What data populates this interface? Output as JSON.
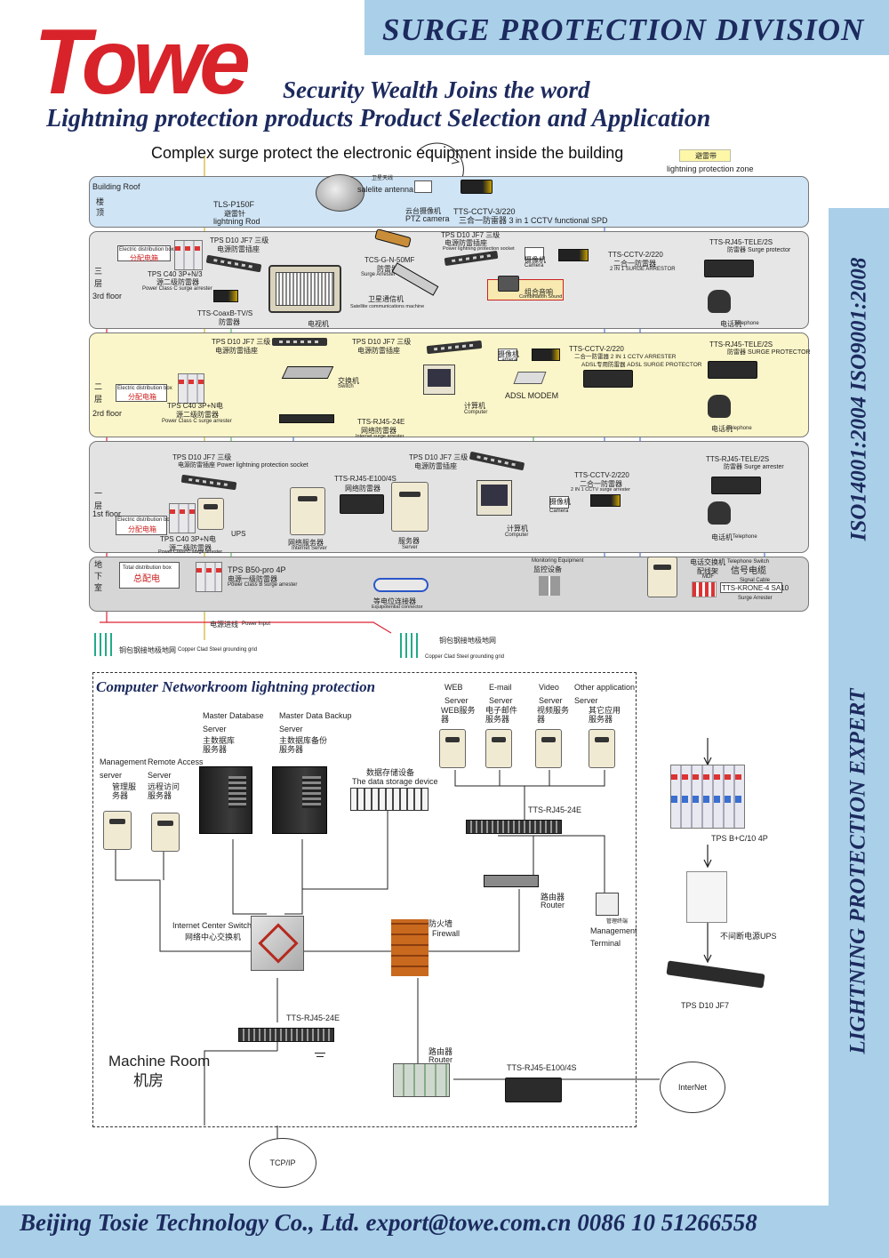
{
  "header": {
    "banner": "SURGE PROTECTION DIVISION",
    "logo": "Towe",
    "tagline": "Security Wealth Joins the word",
    "subtitle": "Lightning protection products Product Selection and Application"
  },
  "sidebar": {
    "iso": "ISO14001:2004  ISO9001:2008",
    "expert": "LIGHTNING  PROTECTION EXPERT"
  },
  "footer": {
    "text": "Beijing Tosie Technology Co., Ltd.  export@towe.com.cn  0086 10 51266558"
  },
  "building": {
    "caption": "Complex surge protect the electronic equipment inside the building",
    "zone_cn": "避雷带",
    "zone_en": "lightning protection zone",
    "roof": {
      "label": "Building Roof",
      "floor_cn_1": "楼",
      "floor_cn_2": "顶",
      "antenna_cn": "卫星天线",
      "antenna": "salelite antenna",
      "rod_model": "TLS-P150F",
      "rod_cn": "避雷针",
      "rod_en": "lightning Rod",
      "ptz_cn": "云台摄像机",
      "ptz_en": "PTZ camera",
      "cctv_model": "TTS-CCTV-3/220",
      "cctv_desc": "三合一防雷器 3 in 1 CCTV functional SPD"
    },
    "floor3": {
      "cn_1": "三",
      "cn_2": "层",
      "label": "3rd floor",
      "distbox_en": "Electric distribution box",
      "distbox_cn": "分配电箱",
      "c40_model": "TPS C40 3P+N/3",
      "c40_cn": "源二级防雷器",
      "c40_en": "Power Class C surge arrester",
      "d10_model": "TPS D10 JF7 三级",
      "d10_cn": "电源防雷插座",
      "coax_model": "TTS-CoaxB-TV/S",
      "coax_cn": "防雷器",
      "tv_cn": "电视机",
      "tcs_model": "TCS-G-N-50MF",
      "tcs_cn": "防雷器",
      "tcs_en": "Surge Arrester",
      "sat_cn": "卫星通信机",
      "sat_en": "Satellite communications machine",
      "d10b_model": "TPS D10 JF7 三级",
      "d10b_cn": "电源防雷插座",
      "d10b_en": "Power lightning protection socket",
      "camera_cn": "摄像机",
      "camera_en": "Camera",
      "combo_cn": "组合音响",
      "combo_en": "Combination Sound",
      "cctv2_model": "TTS-CCTV-2/220",
      "cctv2_cn": "二合一防雷器",
      "cctv2_en": "2 IN 1 SURGE ARRESTOR",
      "tele_model": "TTS-RJ45-TELE/2S",
      "tele_cn": "防雷器 Surge protector",
      "phone_cn": "电话机",
      "phone_en": "Telephone"
    },
    "floor2": {
      "cn_1": "二",
      "cn_2": "层",
      "label": "2rd floor",
      "distbox_en": "Electric distribution box",
      "distbox_cn": "分配电箱",
      "c40_model": "TPS C40 3P+N电",
      "c40_cn": "源二级防雷器",
      "c40_en": "Power Class C surge arrester",
      "d10_model": "TPS D10 JF7 三级",
      "d10_cn": "电源防雷插座",
      "d10b_model": "TPS D10 JF7 三级",
      "d10b_cn": "电源防雷插座",
      "switch_cn": "交换机",
      "switch_en": "Switch",
      "rj45_model": "TTS-RJ45-24E",
      "rj45_cn": "网络防雷器",
      "rj45_en": "Internet surge arrester",
      "pc_cn": "计算机",
      "pc_en": "Computer",
      "adsl": "ADSL MODEM",
      "camera_cn": "摄像机",
      "camera_en": "Camera",
      "cctv_model": "TTS-CCTV-2/220",
      "cctv_desc": "二合一防雷器 2 IN 1 CCTV ARRESTER",
      "adsl_desc": "ADSL专用防雷器 ADSL SURGE PROTECTOR",
      "tele_model": "TTS-RJ45-TELE/2S",
      "tele_cn": "防雷器 SURGE PROTECTOR",
      "phone_cn": "电话机",
      "phone_en": "Telephone"
    },
    "floor1": {
      "cn_1": "一",
      "cn_2": "层",
      "label": "1st floor",
      "distbox_en": "Electric distribution box",
      "distbox_cn": "分配电箱",
      "d10_model": "TPS D10 JF7 三级",
      "d10_cn": "电源防雷插座 Power lightning protection socket",
      "c40_model": "TPS C40 3P+N电",
      "c40_cn": "源二级防雷器",
      "c40_en": "Power Class C surge arrester",
      "ups": "UPS",
      "rj45_model": "TTS-RJ45-E100/4S",
      "rj45_cn": "网络防雷器",
      "netserver_cn": "网络服务器",
      "netserver_en": "Internet Server",
      "server_cn": "服务器",
      "server_en": "Server",
      "d10b_model": "TPS D10 JF7 三级",
      "d10b_cn": "电源防雷插座",
      "cctv_model": "TTS-CCTV-2/220",
      "cctv_cn": "二合一防雷器",
      "cctv_en": "2 IN 1 CCTV surge arrester",
      "camera_cn": "摄像机",
      "camera_en": "Camera",
      "pc_cn": "计算机",
      "pc_en": "Computer",
      "tele_model": "TTS-RJ45-TELE/2S",
      "tele_cn": "防雷器 Surge arrester",
      "phone_cn": "电话机",
      "phone_en": "Telephone"
    },
    "basement": {
      "cn_1": "地",
      "cn_2": "下",
      "cn_3": "室",
      "total_en": "Total distribution box",
      "total_cn": "总配电",
      "b50_model": "TPS B50-pro 4P",
      "b50_cn": "电源一级防雷器",
      "b50_en": "Power Class B surge arrester",
      "equi_cn": "等电位连接器",
      "equi_en": "Equipotential connector",
      "monitor_en": "Monitoring Equipment",
      "monitor_cn": "监控设备",
      "tswitch_cn": "电话交换机",
      "tswitch_en": "Telephone Switch",
      "mdf_cn": "配线架",
      "mdf_en": "MDF",
      "signal_cn": "信号电缆",
      "signal_en": "Signal Cable",
      "krone_model": "TTS-KRONE-4 SA10",
      "krone_en": "Surge Arrester"
    },
    "power_input_cn": "电源进线",
    "power_input_en": "Power Input",
    "ground_left_cn": "铜包钢接地极地网",
    "ground_left_en": "Copper Clad Steel grounding grid",
    "ground_right_cn": "铜包钢接地极地网",
    "ground_right_en": "Copper Clad Steel grounding grid"
  },
  "netroom": {
    "title": "Computer Networkroom lightning protection",
    "mgmt_en": "Management",
    "mgmt_en2": "server",
    "mgmt_cn": "管理服务器",
    "remote_en": "Remote Access",
    "remote_en2": "Server",
    "remote_cn": "远程访问服务器",
    "master_db_en": "Master Database",
    "master_db_en2": "Server",
    "master_db_cn": "主数据库服务器",
    "backup_en": "Master Data Backup",
    "backup_en2": "Server",
    "backup_cn": "主数据库备份服务器",
    "storage_cn": "数据存储设备",
    "storage_en": "The data storage device",
    "web_en": "WEB",
    "web_en2": "Server",
    "web_cn": "WEB服务器",
    "email_en": "E-mail",
    "email_en2": "Server",
    "email_cn": "电子邮件服务器",
    "video_en": "Video",
    "video_en2": "Server",
    "video_cn": "视频服务器",
    "other_en": "Other application",
    "other_en2": "Server",
    "other_cn": "其它应用服务器",
    "rj45_top": "TTS-RJ45-24E",
    "router_cn": "路由器",
    "router_en": "Router",
    "mgmt_term_cn": "管理终端",
    "mgmt_term_en": "Management",
    "mgmt_term_en2": "Terminal",
    "center_switch_en": "Internet Center Switch",
    "center_switch_cn": "网络中心交换机",
    "firewall_cn": "防火墙",
    "firewall_en": "Firewall",
    "rj45_bottom": "TTS-RJ45-24E",
    "router2_cn": "路由器",
    "router2_en": "Router",
    "rj45_e100": "TTS-RJ45-E100/4S",
    "machine_room_en": "Machine Room",
    "machine_room_cn": "机房",
    "internet": "InterNet",
    "tcpip": "TCP/IP"
  },
  "right_panel": {
    "tps_b": "TPS  B+C/10  4P",
    "ups_cn": "不间断电源UPS",
    "tps_d10": "TPS  D10  JF7"
  }
}
